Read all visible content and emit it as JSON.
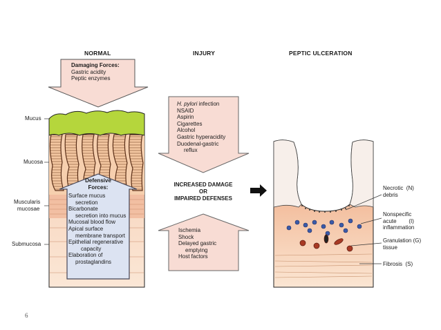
{
  "columns": {
    "normal": "NORMAL",
    "injury": "INJURY",
    "peptic": "PEPTIC ULCERATION"
  },
  "layers": {
    "mucus": "Mucus",
    "mucosa": "Mucosa",
    "muscularis_1": "Muscularis",
    "muscularis_2": "mucosae",
    "submucosa": "Submucosa"
  },
  "damaging": {
    "title": "Damaging Forces:",
    "items": [
      "Gastric acidity",
      "Peptic enzymes"
    ]
  },
  "defensive": {
    "title_1": "Defensive",
    "title_2": "Forces:",
    "lines": [
      "Surface mucus",
      "secretion",
      "Bicarbonate",
      "secretion into mucus",
      "Mucosal blood flow",
      "Apical surface",
      "membrane transport",
      "Epithelial regenerative",
      "capacity",
      "Elaboration of",
      "prostaglandins"
    ]
  },
  "injury_causes": {
    "lines": [
      "H. pylori",
      " infection",
      "NSAID",
      "Aspirin",
      "Cigarettes",
      "Alcohol",
      "Gastric hyperacidity",
      "Duodenal-gastric",
      "reflux"
    ]
  },
  "center": {
    "line1": "INCREASED DAMAGE",
    "line2": "OR",
    "line3": "IMPAIRED DEFENSES"
  },
  "ischemia": {
    "lines": [
      "Ischemia",
      "Shock",
      "Delayed gastric",
      "emptying",
      "Host factors"
    ]
  },
  "ulcer_labels": {
    "necrotic_1": "Necrotic",
    "necrotic_2": "debris",
    "necrotic_code": "(N)",
    "nonspec_1": "Nonspecific",
    "nonspec_2": "acute",
    "nonspec_3": "inflammation",
    "nonspec_code": "(I)",
    "gran_1": "Granulation",
    "gran_2": "tissue",
    "gran_code": "(G)",
    "fibrosis": "Fibrosis",
    "fibrosis_code": "(S)"
  },
  "page_number": "6",
  "colors": {
    "mucus": "#b5d63c",
    "arrow_fill": "#f8dcd4",
    "defense_fill": "#dce3f2",
    "submucosa": "#f2d3b4",
    "inflammation": "#e89b78",
    "cell": "#3b5aa8"
  }
}
